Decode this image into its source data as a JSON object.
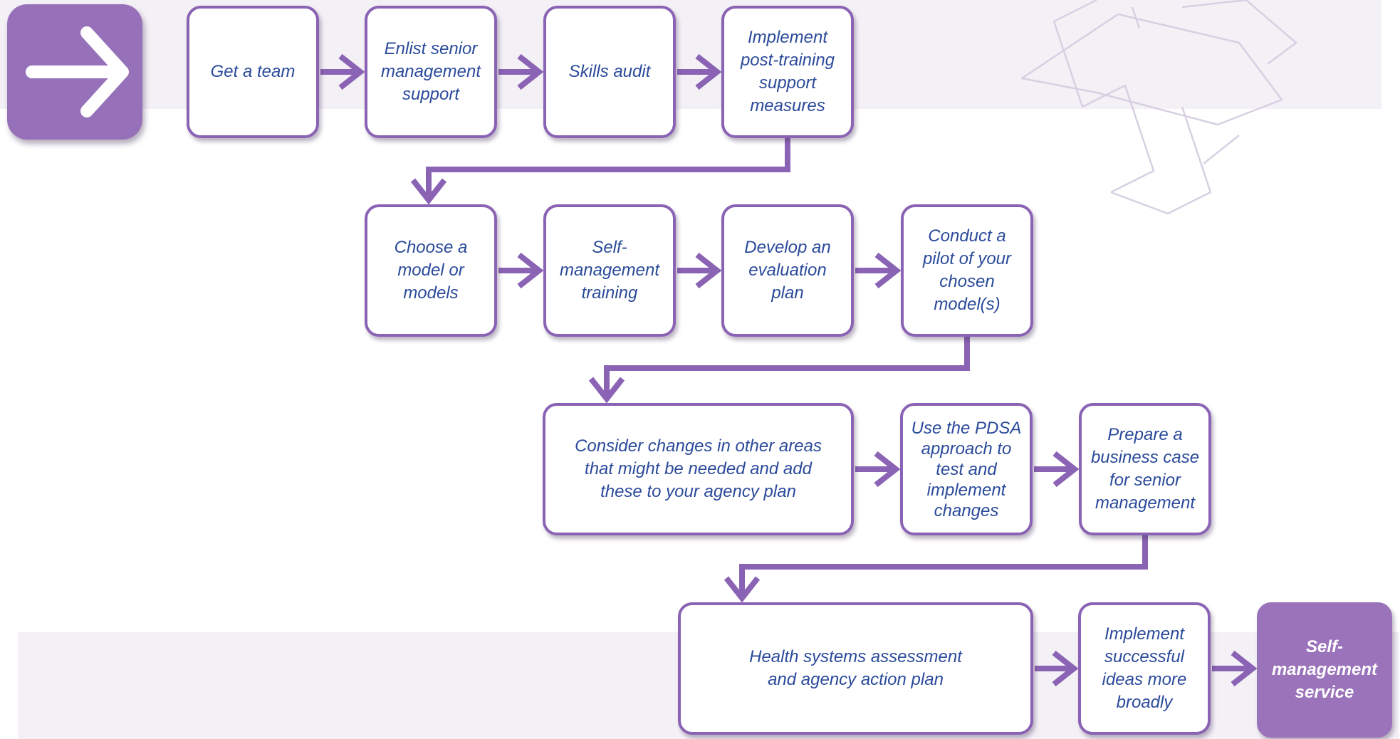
{
  "colors": {
    "accent": "#8b63b4",
    "text": "#2a4a9a",
    "band": "#f3f0f6",
    "final_box": "#9a73ba"
  },
  "icons": {
    "start": "arrow-right-icon",
    "watermark": "cross-arrows-icon"
  },
  "steps": [
    {
      "id": "s1",
      "label": "Get a team"
    },
    {
      "id": "s2",
      "label": "Enlist senior management support"
    },
    {
      "id": "s3",
      "label": "Skills audit"
    },
    {
      "id": "s4",
      "label": "Implement post-training support measures"
    },
    {
      "id": "s5",
      "label": "Choose a model or models"
    },
    {
      "id": "s6",
      "label": "Self-management training"
    },
    {
      "id": "s7",
      "label": "Develop an evaluation plan"
    },
    {
      "id": "s8",
      "label": "Conduct a pilot of your chosen model(s)"
    },
    {
      "id": "s9",
      "label": "Consider changes in other areas that might be needed and add these to your agency plan"
    },
    {
      "id": "s10",
      "label": "Use the PDSA approach to test and implement changes"
    },
    {
      "id": "s11",
      "label": "Prepare a business case for senior management"
    },
    {
      "id": "s12",
      "label": "Health systems assessment and agency action plan"
    },
    {
      "id": "s13",
      "label": "Implement successful ideas more broadly"
    },
    {
      "id": "s14",
      "label": "Self-management service"
    }
  ],
  "connections": [
    [
      "s1",
      "s2"
    ],
    [
      "s2",
      "s3"
    ],
    [
      "s3",
      "s4"
    ],
    [
      "s4",
      "s5"
    ],
    [
      "s5",
      "s6"
    ],
    [
      "s6",
      "s7"
    ],
    [
      "s7",
      "s8"
    ],
    [
      "s8",
      "s9"
    ],
    [
      "s9",
      "s10"
    ],
    [
      "s10",
      "s11"
    ],
    [
      "s11",
      "s12"
    ],
    [
      "s12",
      "s13"
    ],
    [
      "s13",
      "s14"
    ]
  ]
}
